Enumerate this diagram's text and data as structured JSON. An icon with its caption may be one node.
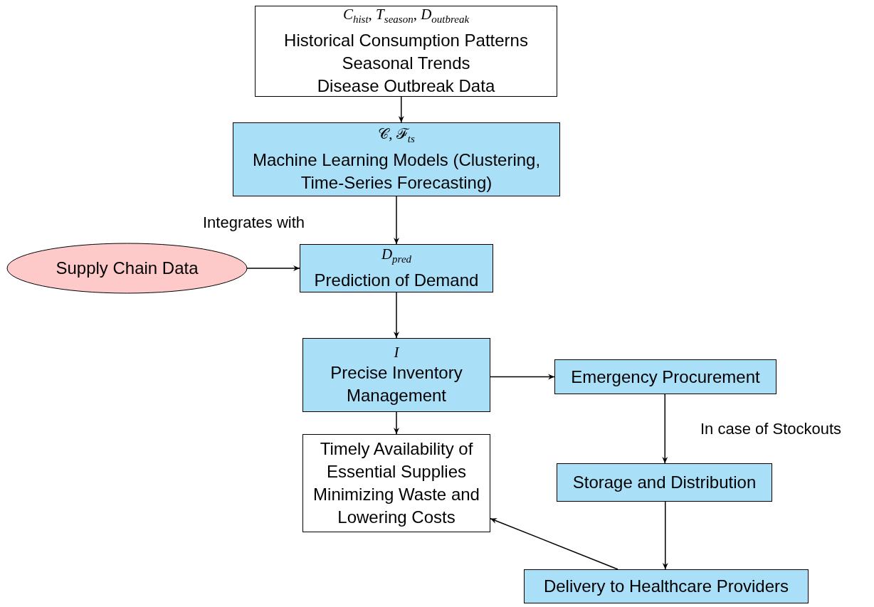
{
  "diagram": {
    "nodes": [
      {
        "text": [
          "*C*$_{hist}$, *T*$_{season}$, *D*$_{outbreak}$",
          "Historical Consumption Patterns",
          "Seasonal Trends",
          "Disease Outbreak Data"
        ]
      },
      {
        "text": [
          "𝒞, ℱ$_{ts}$",
          "Machine Learning Models (Clustering, Time-Series Forecasting)"
        ]
      },
      {
        "text": [
          "Supply Chain Data"
        ]
      },
      {
        "text": [
          "*D*$_{pred}$",
          "Prediction of Demand"
        ]
      },
      {
        "text": [
          "*I*",
          "Precise Inventory Management"
        ]
      },
      {
        "text": [
          "Emergency Procurement"
        ]
      },
      {
        "text": [
          "Timely Availability of Essential Supplies",
          "Minimizing Waste and Lowering Costs"
        ]
      },
      {
        "text": [
          "Storage and Distribution"
        ]
      },
      {
        "text": [
          "Delivery to Healthcare Providers"
        ]
      }
    ],
    "edges": [
      {
        "from": 0,
        "to": 1,
        "arrow": "to"
      },
      {
        "from": 1,
        "to": 3,
        "arrow": "to"
      },
      {
        "from": 2,
        "to": 3,
        "arrow": "to",
        "label": "Integrates with"
      },
      {
        "from": 3,
        "to": 4,
        "arrow": "to"
      },
      {
        "from": 4,
        "to": 5,
        "arrow": "to"
      },
      {
        "from": 4,
        "to": 6,
        "arrow": "to"
      },
      {
        "from": 5,
        "to": 7,
        "arrow": "to",
        "label": "In case of Stockouts"
      },
      {
        "from": 7,
        "to": 8,
        "arrow": "to"
      },
      {
        "from": 8,
        "to": 6,
        "arrow": "to"
      }
    ]
  }
}
